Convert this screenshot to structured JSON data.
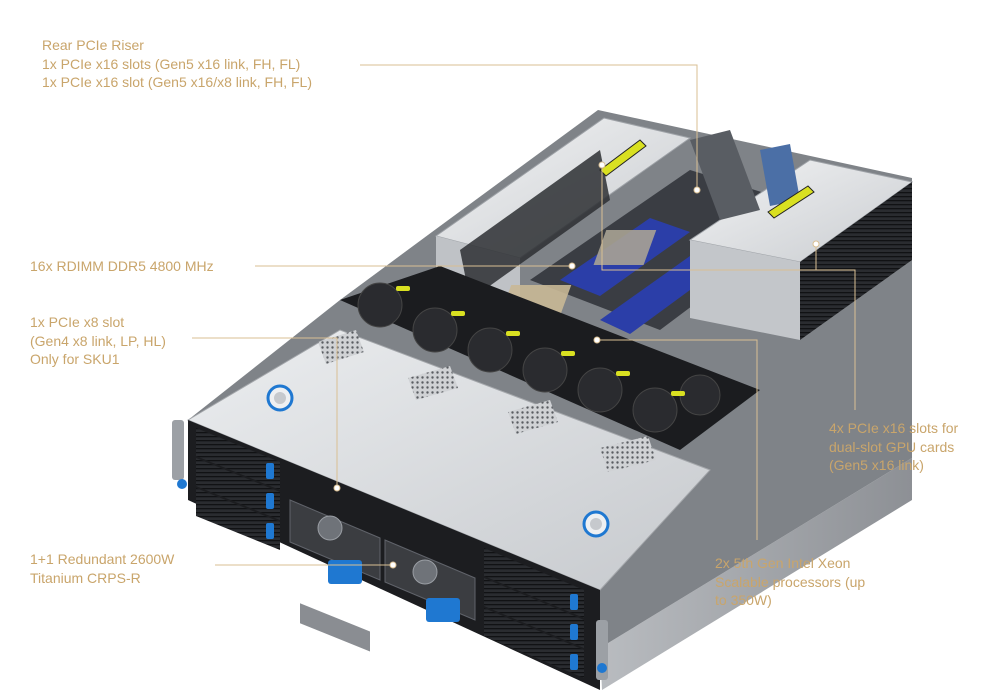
{
  "callouts": {
    "rear_riser": {
      "lines": [
        "Rear PCIe Riser",
        "1x PCIe x16 slots (Gen5 x16 link, FH, FL)",
        "1x PCIe x16 slot (Gen5 x16/x8 link, FH, FL)"
      ]
    },
    "rdimm": {
      "lines": [
        "16x RDIMM DDR5 4800 MHz"
      ]
    },
    "pcie_x8": {
      "lines": [
        "1x PCIe x8 slot",
        "(Gen4 x8 link, LP, HL)",
        "Only for SKU1"
      ]
    },
    "psu": {
      "lines": [
        "1+1 Redundant 2600W",
        "Titanium CRPS-R"
      ]
    },
    "gpu_slots": {
      "lines": [
        "4x PCIe x16 slots for",
        "dual-slot GPU cards",
        "(Gen5 x16 link)"
      ]
    },
    "cpu": {
      "lines": [
        "2x 5th Gen Intel Xeon",
        "Scalable processors (up",
        "to 350W)"
      ]
    }
  },
  "colors": {
    "callout_text": "#c9a56b",
    "leader_line": "#d9bf93",
    "chassis_top": "#d7d9dc",
    "chassis_dark": "#1c1d20",
    "accent_blue": "#1f78d1",
    "fan_yellow": "#d9e021"
  }
}
